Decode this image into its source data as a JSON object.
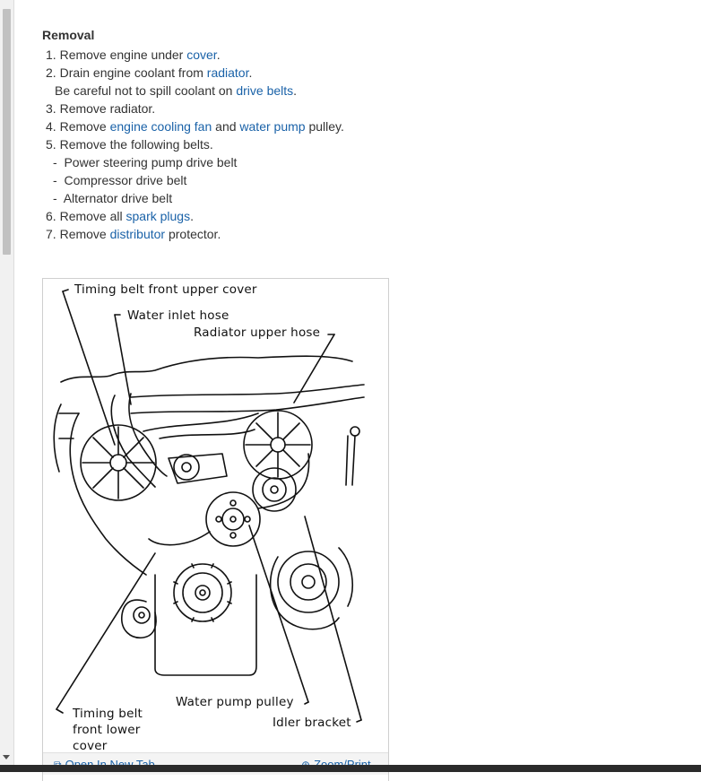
{
  "section": {
    "heading": "Removal",
    "steps": [
      {
        "num": "1.",
        "before": "Remove engine under ",
        "link": "cover",
        "after": "."
      },
      {
        "num": "2.",
        "before": "Drain engine coolant from ",
        "link": "radiator",
        "after": "."
      },
      {
        "note_before": "Be careful not to spill coolant on ",
        "note_link": "drive belts",
        "note_after": "."
      },
      {
        "num": "3.",
        "text": "Remove radiator."
      },
      {
        "num": "4.",
        "before": "Remove ",
        "link": "engine cooling fan",
        "middle": " and ",
        "link2": "water pump",
        "after": " pulley."
      },
      {
        "num": "5.",
        "text": "Remove the following belts."
      },
      {
        "bullet": "-",
        "text": "Power steering pump drive belt"
      },
      {
        "bullet": "-",
        "text": "Compressor drive belt"
      },
      {
        "bullet": "-",
        "text": "Alternator drive belt"
      },
      {
        "num": "6.",
        "before": "Remove all ",
        "link": "spark plugs",
        "after": "."
      },
      {
        "num": "7.",
        "before": "Remove ",
        "link": "distributor",
        "after": " protector."
      }
    ]
  },
  "figure": {
    "labels": {
      "timing_upper": "Timing belt front upper cover",
      "water_inlet": "Water inlet hose",
      "radiator_upper": "Radiator upper hose",
      "water_pump_pulley": "Water pump pulley",
      "idler_bracket": "Idler bracket",
      "timing_lower_1": "Timing belt",
      "timing_lower_2": "front lower",
      "timing_lower_3": "cover"
    },
    "footer": {
      "open_new_tab": "Open In New Tab",
      "zoom_print": "Zoom/Print"
    }
  },
  "colors": {
    "link": "#1a62a8",
    "text": "#333333"
  }
}
